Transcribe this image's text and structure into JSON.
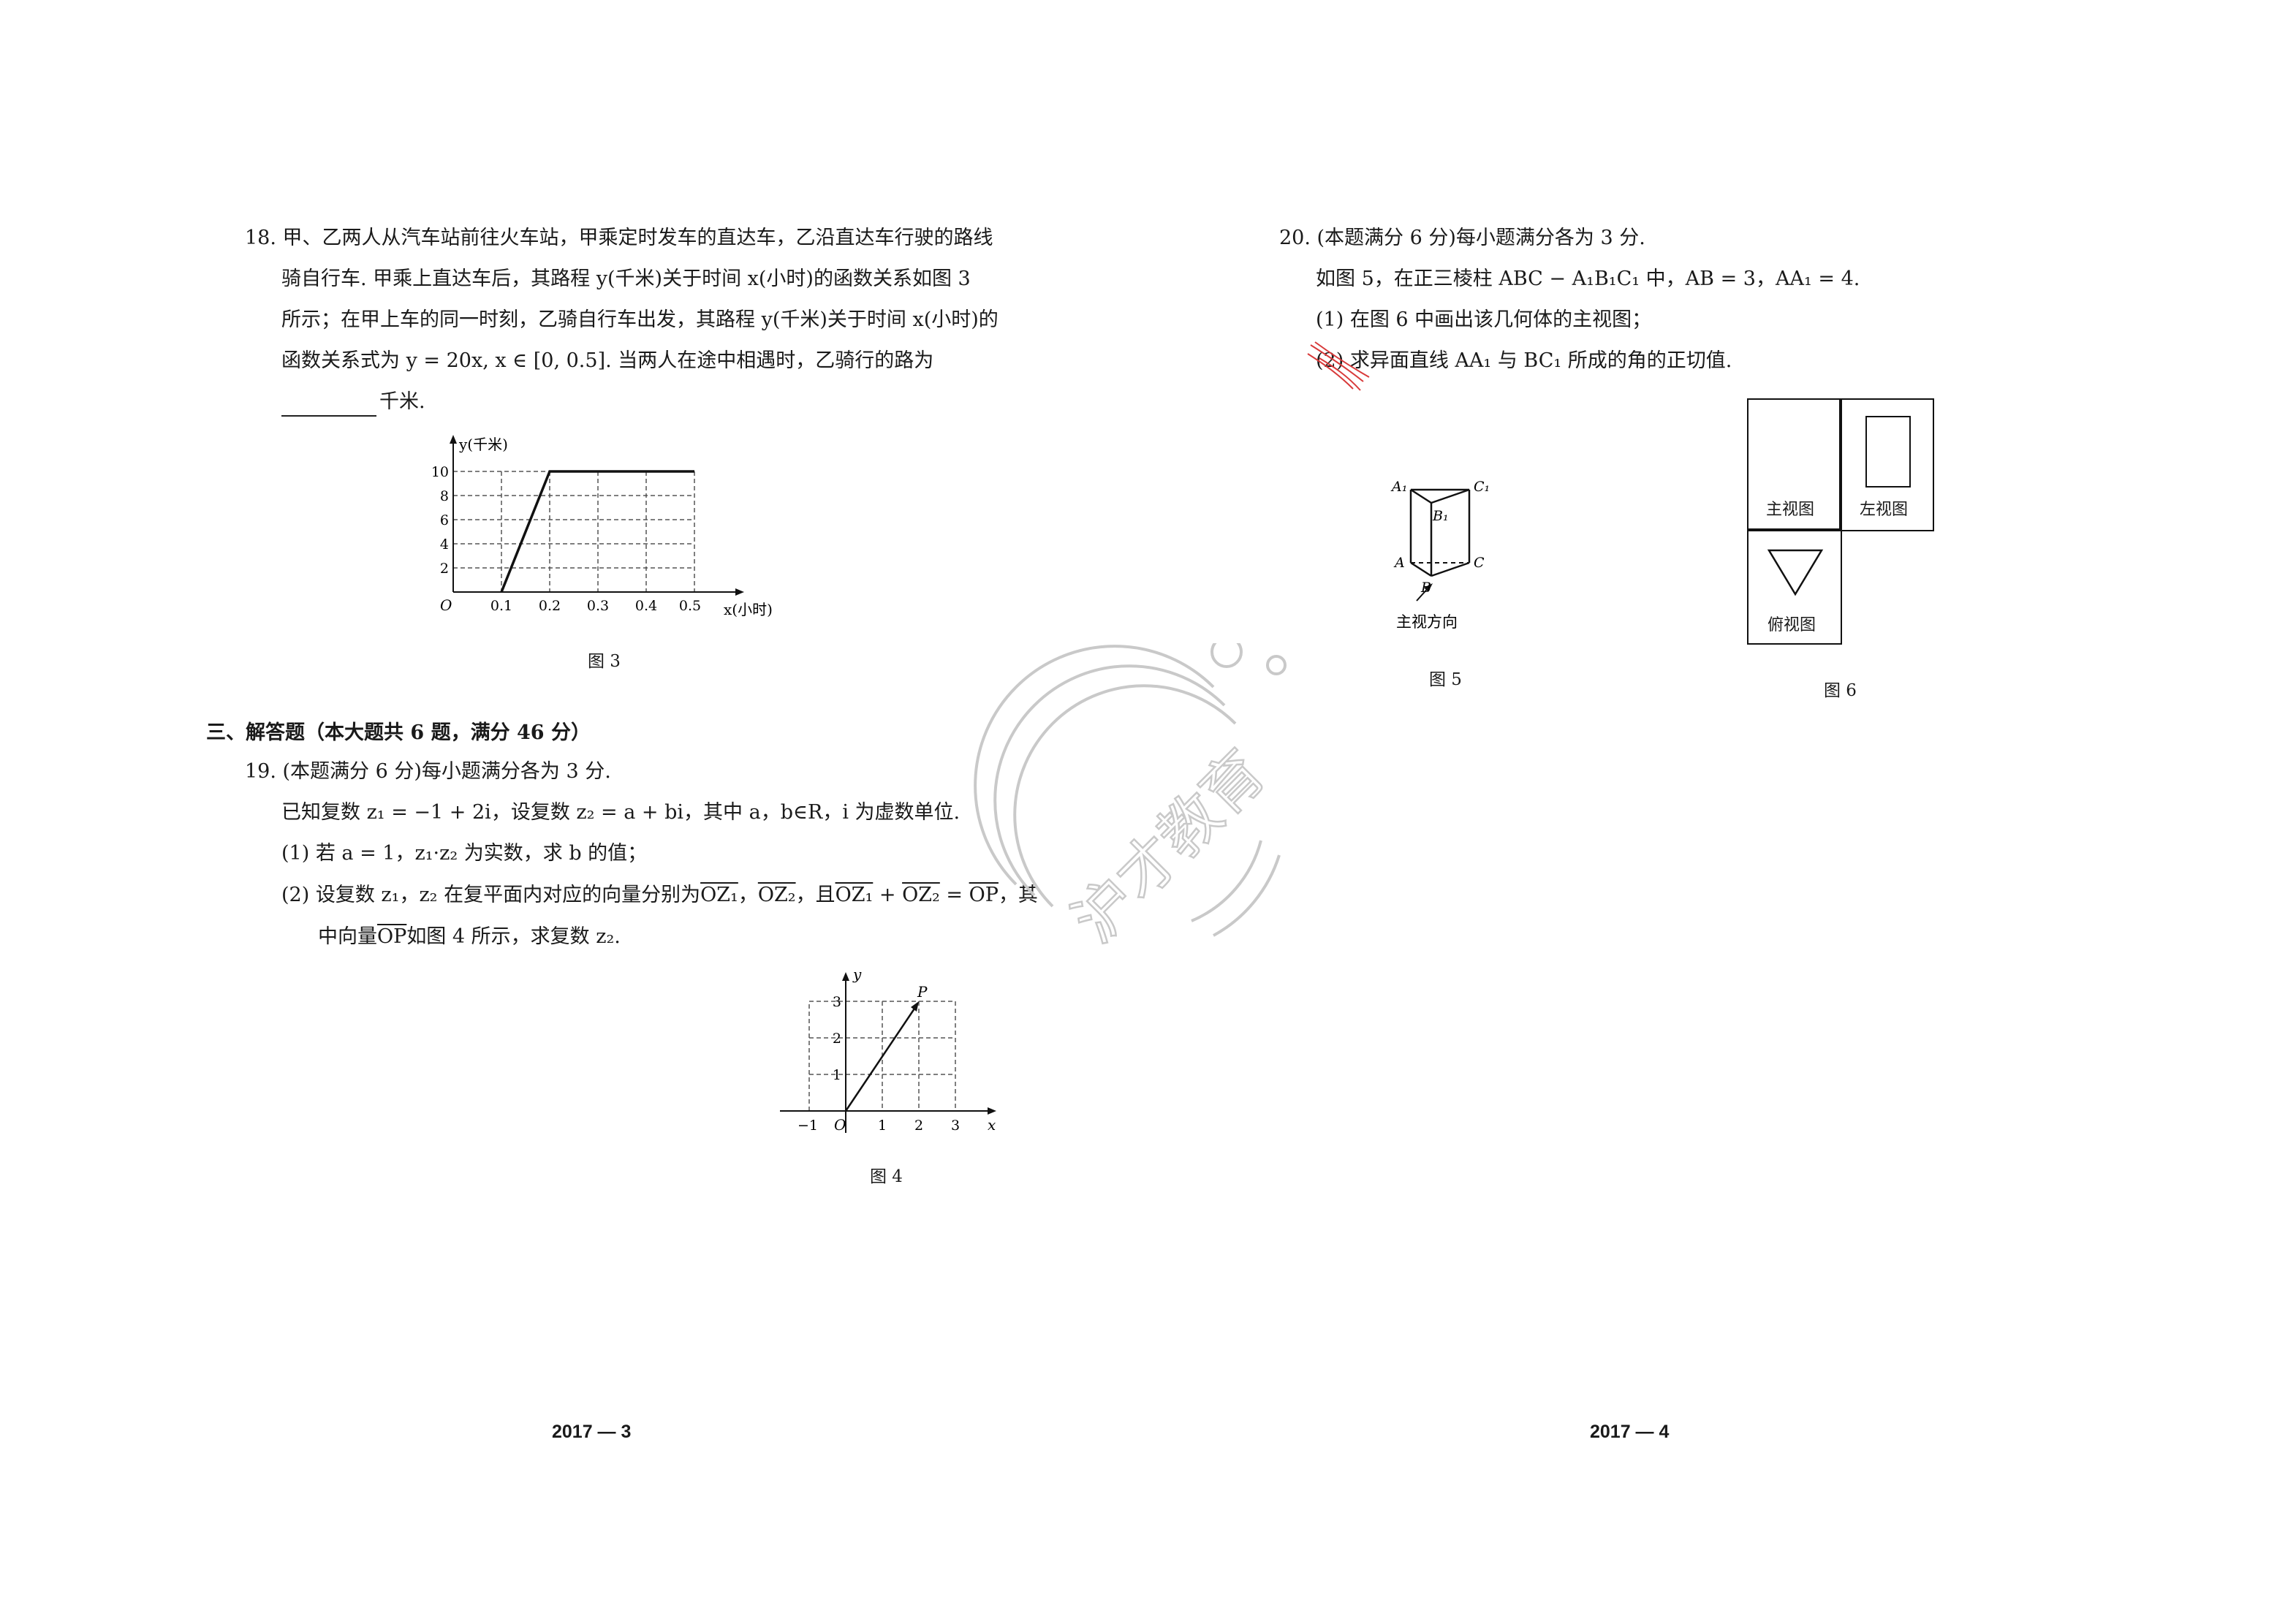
{
  "left_page": {
    "q18": {
      "lines": [
        "18. 甲、乙两人从汽车站前往火车站，甲乘定时发车的直达车，乙沿直达车行驶的路线",
        "骑自行车. 甲乘上直达车后，其路程 y(千米)关于时间 x(小时)的函数关系如图 3",
        "所示；在甲上车的同一时刻，乙骑自行车出发，其路程 y(千米)关于时间 x(小时)的",
        "函数关系式为 y = 20x, x ∈ [0, 0.5]. 当两人在途中相遇时，乙骑行的路为"
      ],
      "blank_suffix": "千米.",
      "figure_caption": "图 3"
    },
    "fig3": {
      "y_label": "y(千米)",
      "x_label": "x(小时)",
      "origin": "O",
      "y_ticks": [
        "2",
        "4",
        "6",
        "8",
        "10"
      ],
      "x_ticks": [
        "0.1",
        "0.2",
        "0.3",
        "0.4",
        "0.5"
      ]
    },
    "section3_heading": "三、解答题（本大题共 6 题，满分 46 分）",
    "q19": {
      "title": "19. (本题满分 6 分)每小题满分各为 3 分.",
      "line1": "已知复数 z₁ = −1 + 2i，设复数 z₂ = a + bi，其中 a，b∈R，i 为虚数单位.",
      "part1": "(1) 若 a = 1，z₁·z₂ 为实数，求 b 的值；",
      "part2_pre": "(2) 设复数 z₁，z₂ 在复平面内对应的向量分别为",
      "part2_oz1": "OZ₁",
      "part2_sep": "，",
      "part2_oz2": "OZ₂",
      "part2_and": "，且",
      "part2_sum_a": "OZ₁",
      "part2_plus": " + ",
      "part2_sum_b": "OZ₂",
      "part2_eq": " = ",
      "part2_op": "OP",
      "part2_end": "，其",
      "part2_line2_pre": "中向量",
      "part2_line2_op": "OP",
      "part2_line2_post": "如图 4 所示，求复数 z₂.",
      "figure_caption": "图 4"
    },
    "fig4": {
      "x_label": "x",
      "y_label": "y",
      "origin": "O",
      "point_label": "P",
      "x_ticks": [
        "−1",
        "1",
        "2",
        "3"
      ],
      "y_ticks": [
        "1",
        "2",
        "3"
      ]
    },
    "page_number": "2017 — 3"
  },
  "right_page": {
    "q20": {
      "title": "20. (本题满分 6 分)每小题满分各为 3 分.",
      "line1": "如图 5，在正三棱柱 ABC − A₁B₁C₁ 中，AB = 3，AA₁ = 4.",
      "part1": "(1) 在图 6 中画出该几何体的主视图；",
      "part2": "(2) 求异面直线 AA₁ 与 BC₁ 所成的角的正切值."
    },
    "fig5": {
      "labels": [
        "A₁",
        "C₁",
        "B₁",
        "A",
        "C",
        "B"
      ],
      "direction_label": "主视方向",
      "caption": "图 5"
    },
    "fig6": {
      "front_view": "主视图",
      "side_view": "左视图",
      "top_view": "俯视图",
      "caption": "图 6"
    },
    "page_number": "2017 — 4"
  },
  "watermark_text": "沪才教育"
}
